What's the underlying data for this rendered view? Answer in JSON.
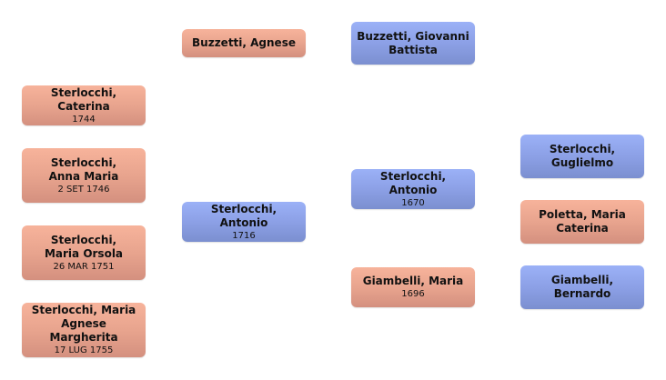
{
  "colors": {
    "female": "#e8a48e",
    "male": "#8ca0e6"
  },
  "people": {
    "caterina": {
      "name": "Sterlocchi, Caterina",
      "date": "1744",
      "sex": "female"
    },
    "anna_maria": {
      "name": "Sterlocchi, Anna Maria",
      "date": "2 SET 1746",
      "sex": "female"
    },
    "maria_orsola": {
      "name": "Sterlocchi, Maria Orsola",
      "date": "26 MAR 1751",
      "sex": "female"
    },
    "maria_agnese": {
      "name": "Sterlocchi, Maria Agnese Margherita",
      "date": "17 LUG 1755",
      "sex": "female"
    },
    "agnese_buzzetti": {
      "name": "Buzzetti, Agnese",
      "date": "",
      "sex": "female"
    },
    "antonio_1716": {
      "name": "Sterlocchi, Antonio",
      "date": "1716",
      "sex": "male"
    },
    "giovanni_battista": {
      "name": "Buzzetti, Giovanni Battista",
      "date": "",
      "sex": "male"
    },
    "antonio_1670": {
      "name": "Sterlocchi, Antonio",
      "date": "1670",
      "sex": "male"
    },
    "maria_giambelli": {
      "name": "Giambelli, Maria",
      "date": "1696",
      "sex": "female"
    },
    "guglielmo": {
      "name": "Sterlocchi, Guglielmo",
      "date": "",
      "sex": "male"
    },
    "poletta": {
      "name": "Poletta, Maria Caterina",
      "date": "",
      "sex": "female"
    },
    "bernardo": {
      "name": "Giambelli, Bernardo",
      "date": "",
      "sex": "male"
    }
  }
}
